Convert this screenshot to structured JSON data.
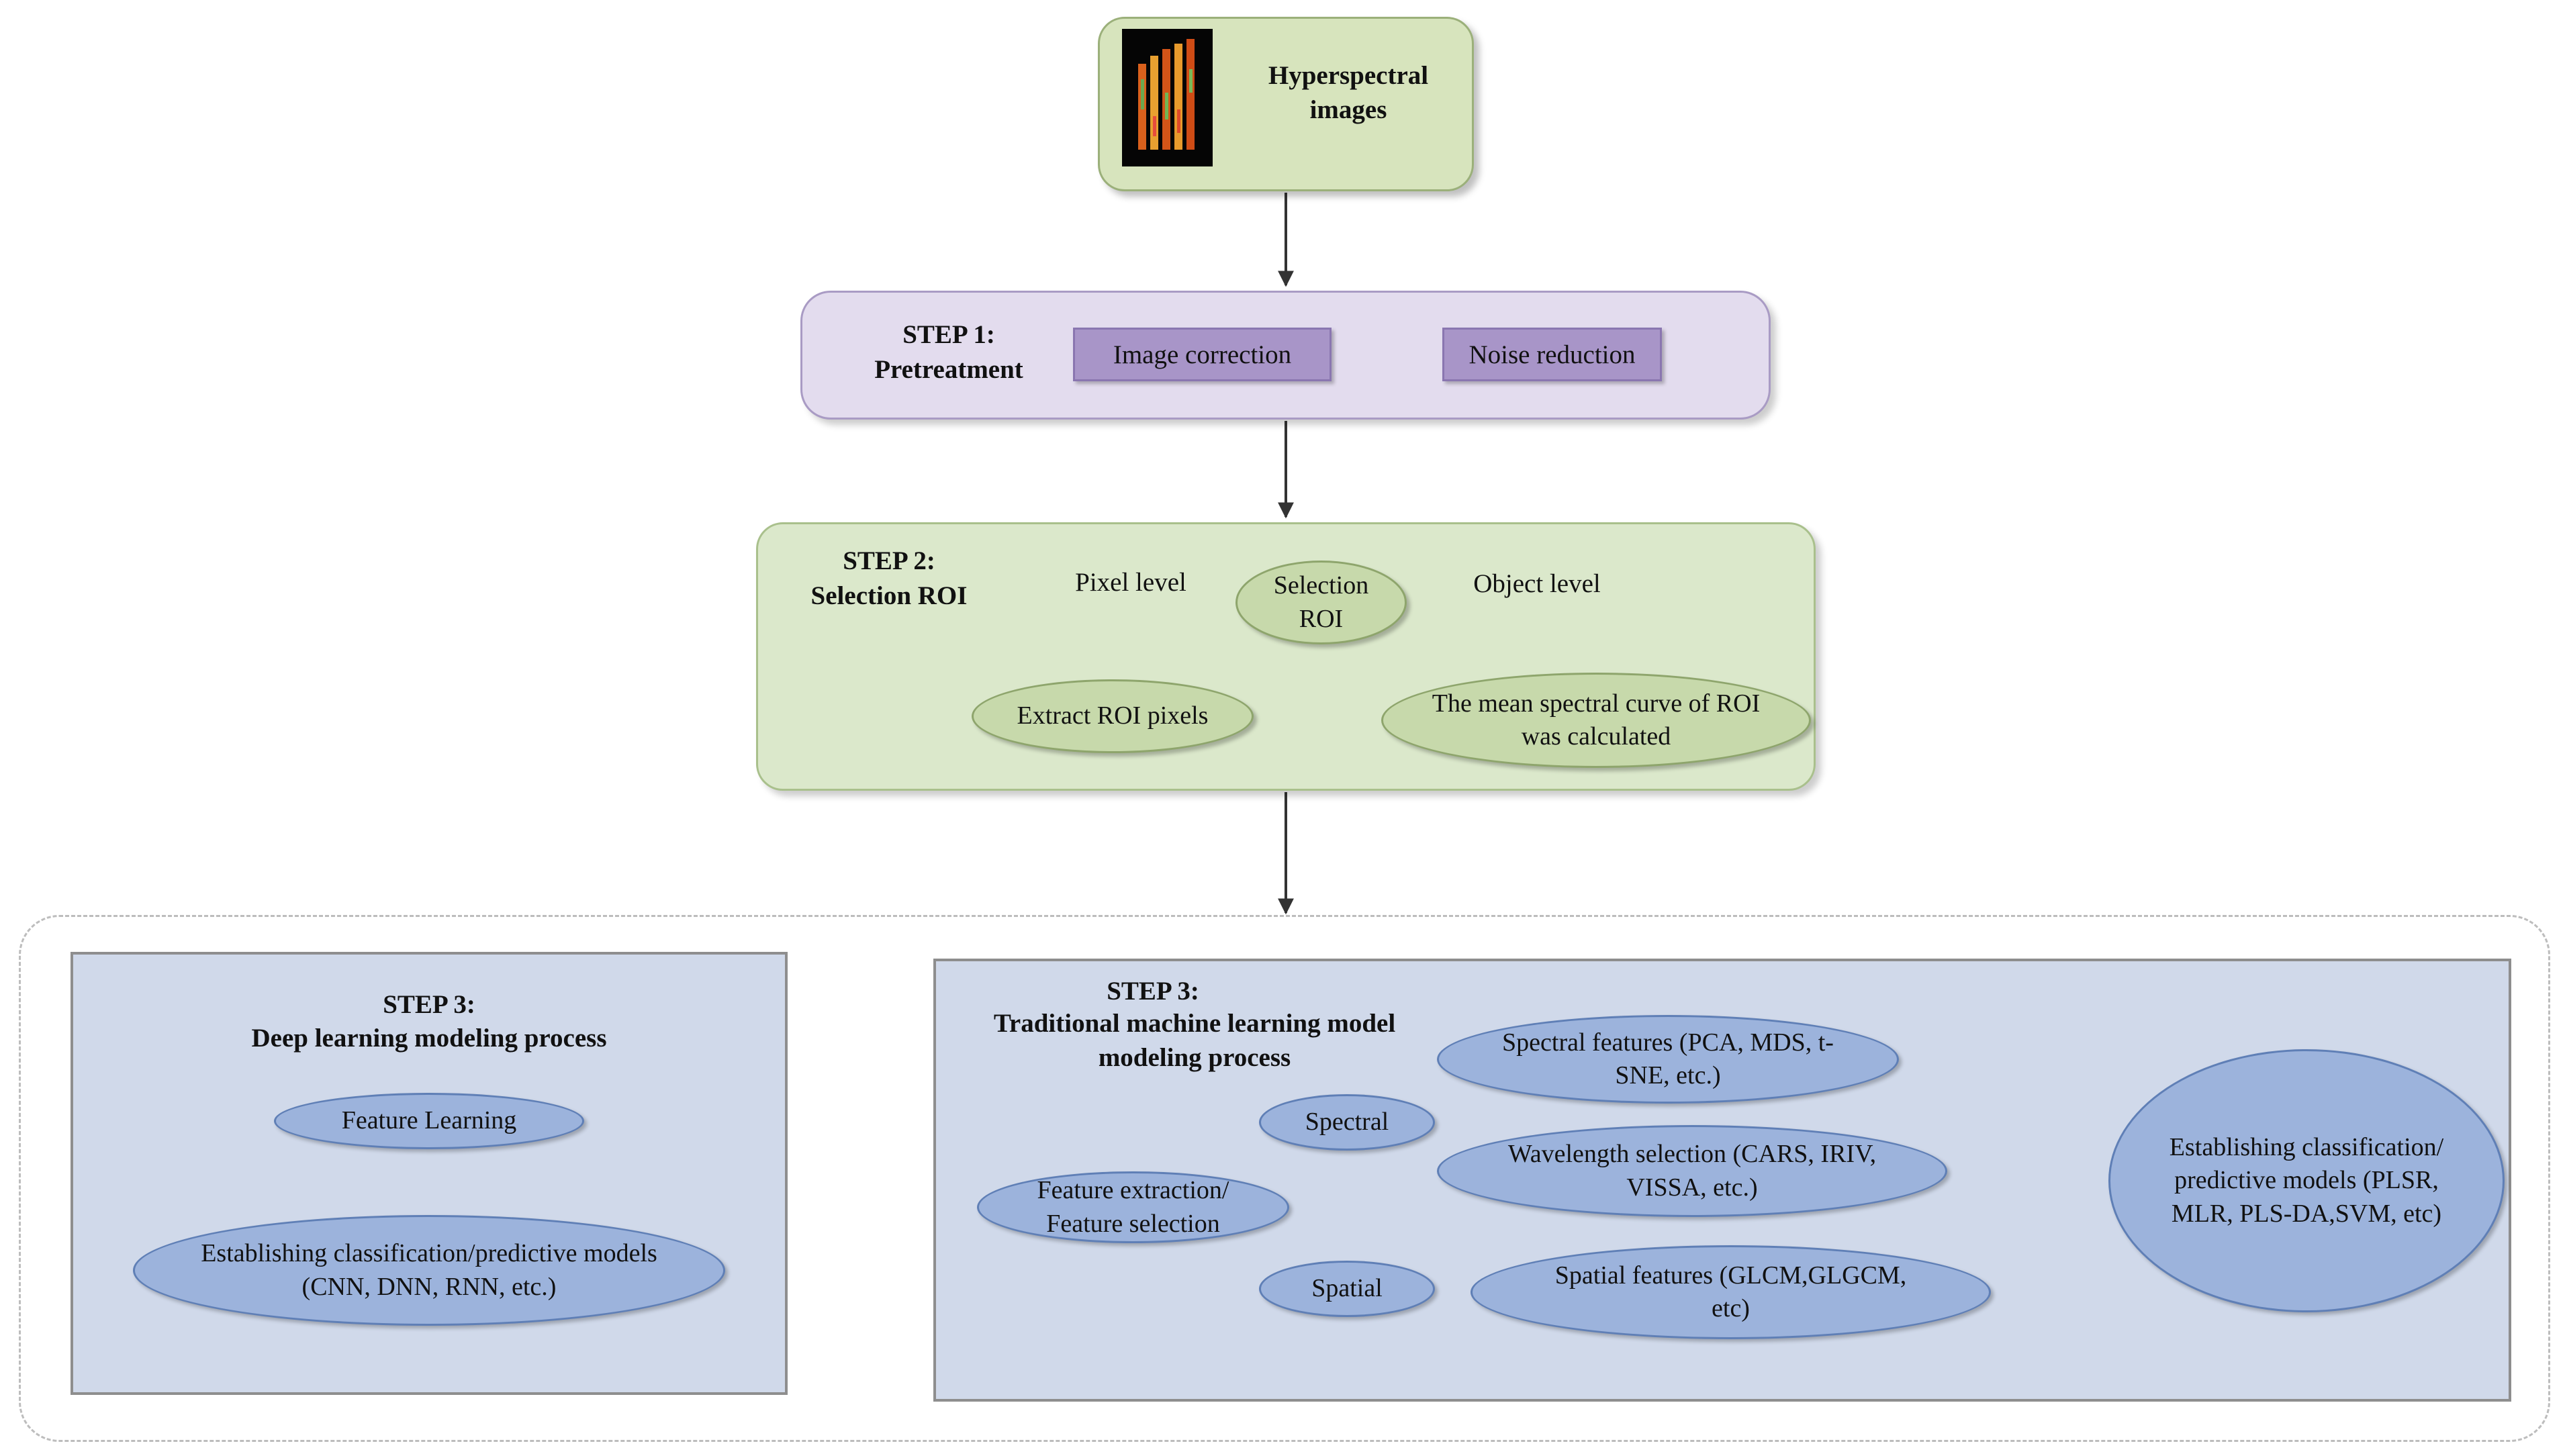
{
  "start": {
    "title": "Hyperspectral images",
    "icon": "hyperspectral-image-thumbnail"
  },
  "step1": {
    "title": "STEP 1:",
    "subtitle": "Pretreatment",
    "buttons": [
      "Image correction",
      "Noise reduction"
    ]
  },
  "step2": {
    "title": "STEP 2:",
    "subtitle": "Selection  ROI",
    "center": "Selection ROI",
    "left_label": "Pixel level",
    "right_label": "Object level",
    "left_result": "Extract ROI pixels",
    "right_result": "The mean spectral curve of ROI was calculated"
  },
  "deep": {
    "title": "STEP 3:",
    "subtitle": "Deep learning modeling process",
    "feature": "Feature Learning",
    "models": "Establishing classification/predictive models (CNN, DNN, RNN, etc.)"
  },
  "traditional": {
    "title": "STEP 3:",
    "subtitle": "Traditional machine learning model modeling process",
    "extraction": "Feature extraction/ Feature selection",
    "spectral": "Spectral",
    "spatial": "Spatial",
    "spectral_features": "Spectral features (PCA, MDS, t-SNE, etc.)",
    "wavelength": "Wavelength selection (CARS, IRIV, VISSA, etc.)",
    "spatial_features": "Spatial features (GLCM,GLGCM, etc)",
    "models": "Establishing classification/ predictive models (PLSR, MLR, PLS-DA,SVM, etc)"
  },
  "colors": {
    "start_fill": "#d7e4bd",
    "step1_fill": "#e3dcee",
    "step1_buttons": "#a895c8",
    "step2_fill": "#dbe8cb",
    "green_ellipse": "#c7d9ab",
    "panel_fill": "#d0d9ea",
    "blue_ellipse": "#9cb3dc",
    "arrow": "#333333"
  }
}
